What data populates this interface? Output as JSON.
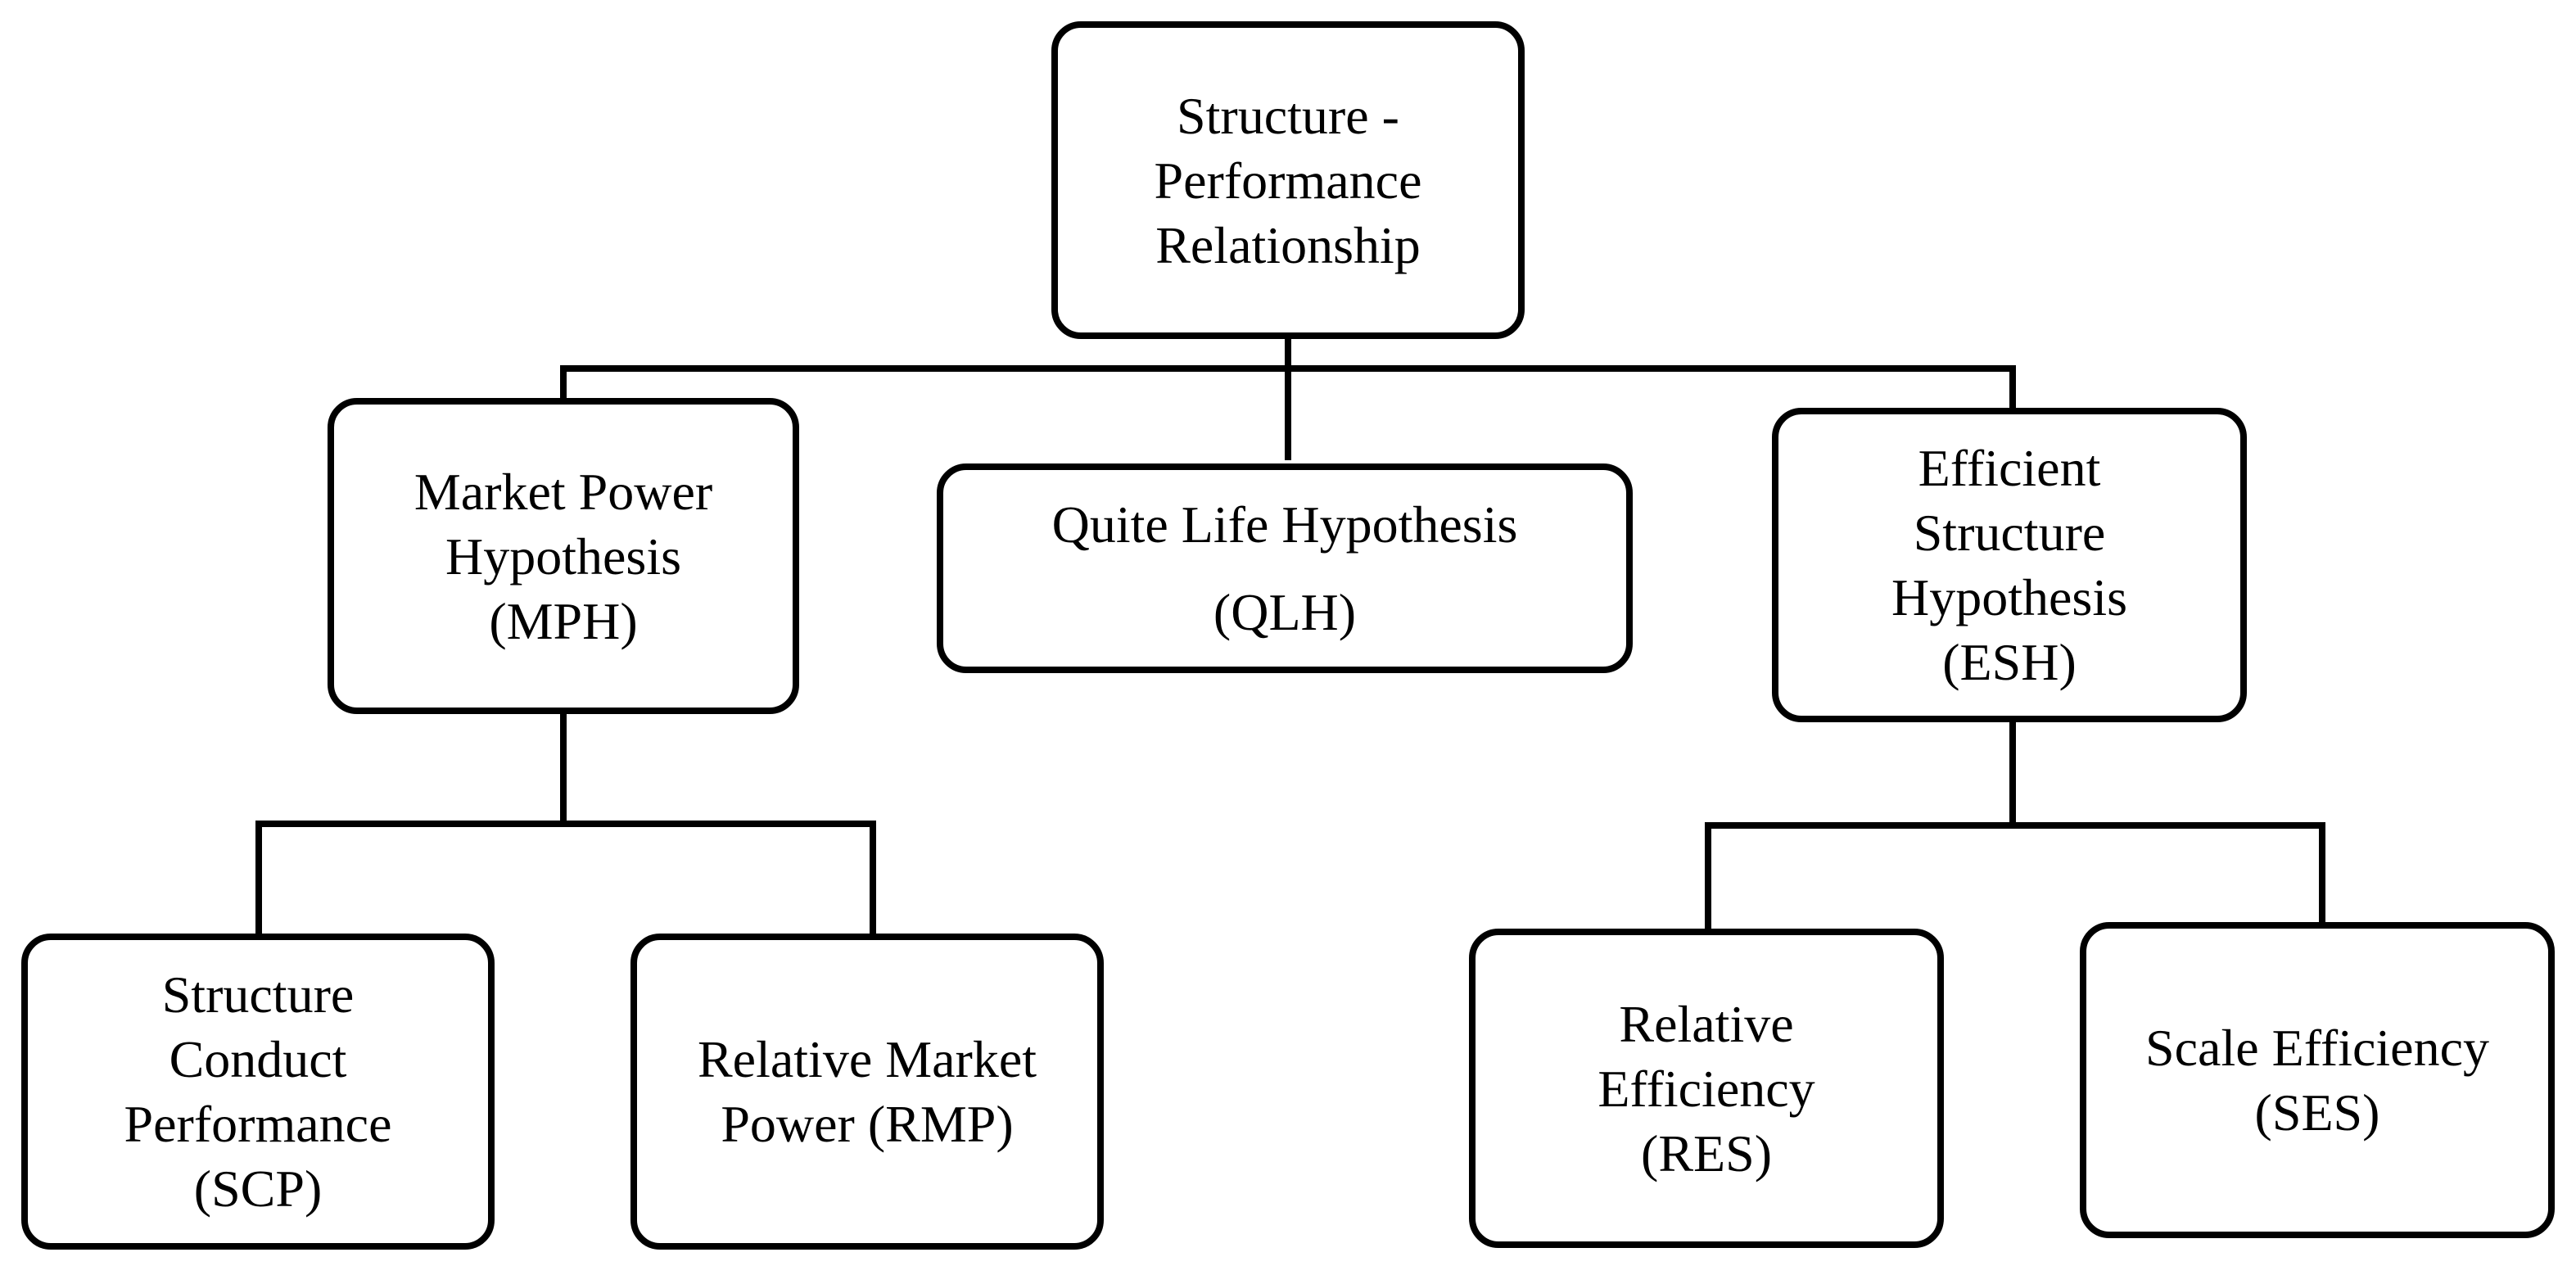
{
  "diagram": {
    "root": {
      "lines": [
        "Structure -",
        "Performance",
        "Relationship"
      ]
    },
    "mph": {
      "lines": [
        "Market Power",
        "Hypothesis",
        "(MPH)"
      ]
    },
    "qlh": {
      "lines": [
        "Quite Life Hypothesis",
        "(QLH)"
      ]
    },
    "esh": {
      "lines": [
        "Efficient",
        "Structure",
        "Hypothesis",
        "(ESH)"
      ]
    },
    "scp": {
      "lines": [
        "Structure",
        "Conduct",
        "Performance",
        "(SCP)"
      ]
    },
    "rmp": {
      "lines": [
        "Relative Market",
        "Power (RMP)"
      ]
    },
    "res": {
      "lines": [
        "Relative",
        "Efficiency",
        "(RES)"
      ]
    },
    "ses": {
      "lines": [
        "Scale Efficiency",
        "(SES)"
      ]
    }
  },
  "colors": {
    "stroke": "#000000",
    "background": "#ffffff",
    "text": "#000000"
  }
}
